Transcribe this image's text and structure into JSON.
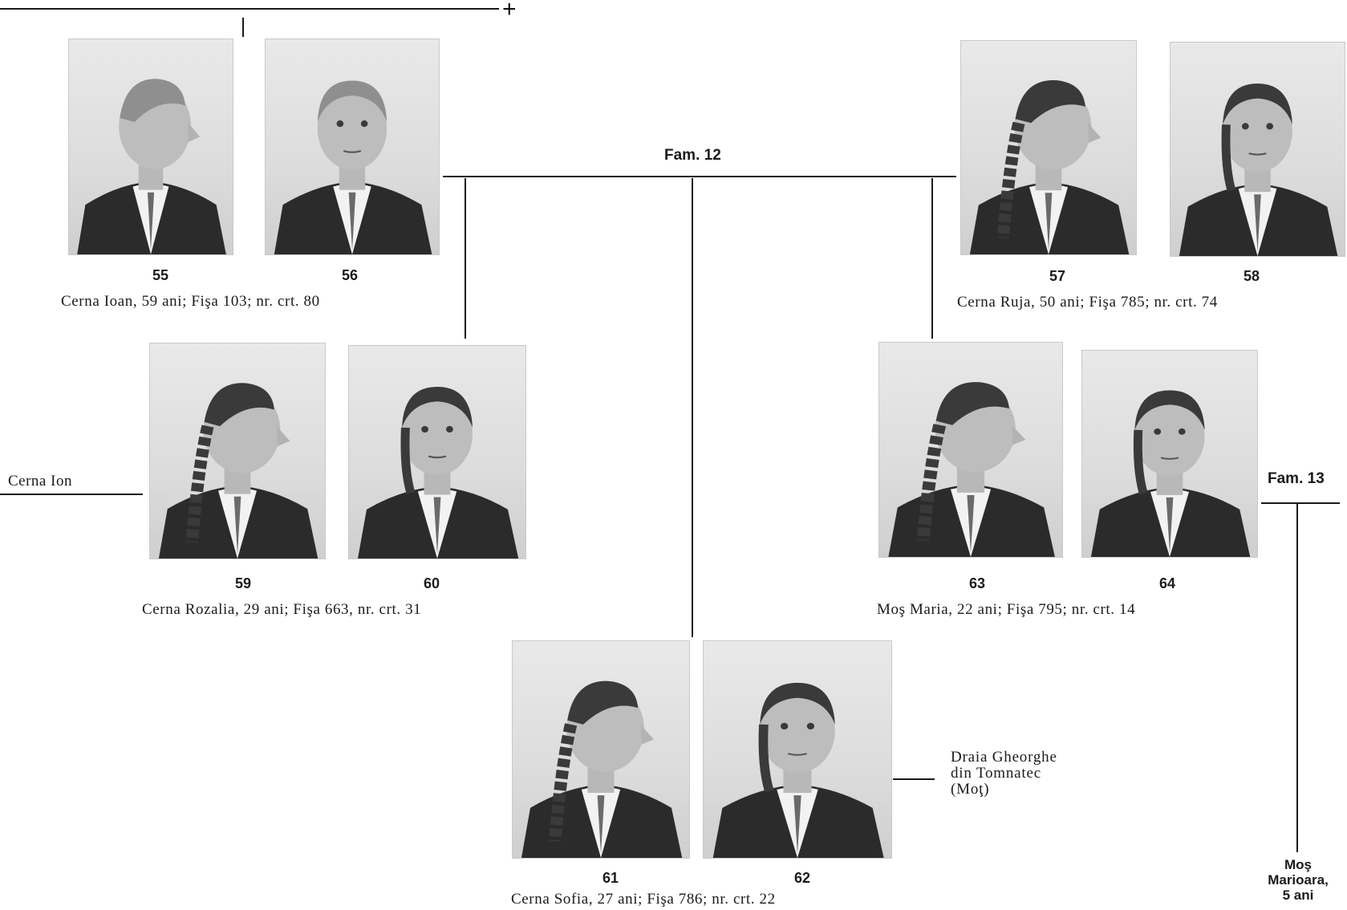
{
  "top_mark": "+",
  "family_12": "Fam. 12",
  "family_13": "Fam. 13",
  "left_relative": "Cerna Ion",
  "right_relative": {
    "line1": "Draia Gheorghe",
    "line2": "din Tomnatec",
    "line3": "(Moţ)"
  },
  "child_13": {
    "line1": "Moş",
    "line2": "Marioara,",
    "line3": "5 ani"
  },
  "photos": [
    {
      "number": "55",
      "view": "profile",
      "hair": "short-bald"
    },
    {
      "number": "56",
      "view": "front",
      "hair": "short-bald"
    },
    {
      "number": "57",
      "view": "profile",
      "hair": "braid"
    },
    {
      "number": "58",
      "view": "front",
      "hair": "braid"
    },
    {
      "number": "59",
      "view": "profile",
      "hair": "braid"
    },
    {
      "number": "60",
      "view": "front",
      "hair": "braid"
    },
    {
      "number": "63",
      "view": "profile",
      "hair": "braid"
    },
    {
      "number": "64",
      "view": "front",
      "hair": "braid"
    },
    {
      "number": "61",
      "view": "profile",
      "hair": "braid"
    },
    {
      "number": "62",
      "view": "front",
      "hair": "braid"
    }
  ],
  "captions": {
    "ioan": "Cerna Ioan, 59 ani; Fişa 103; nr. crt. 80",
    "ruja": "Cerna Ruja, 50 ani; Fişa 785; nr. crt. 74",
    "rozalia": "Cerna Rozalia, 29 ani; Fişa 663, nr. crt. 31",
    "maria": "Moş Maria, 22 ani; Fişa 795; nr. crt. 14",
    "sofia": "Cerna Sofia, 27 ani; Fişa 786; nr. crt. 22"
  }
}
